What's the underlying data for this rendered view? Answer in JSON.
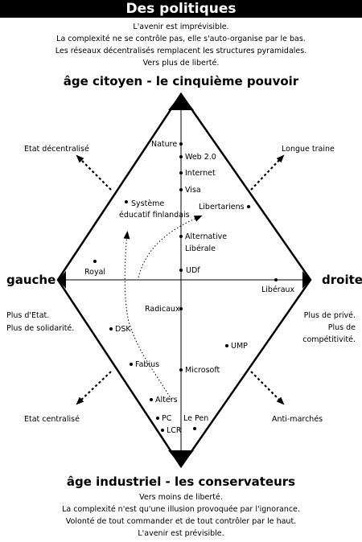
{
  "title": "Des politiques",
  "intro_lines": [
    "L'avenir est imprévisible.",
    "La complexité ne se contrôle pas, elle s'auto-organise par le bas.",
    "Les réseaux décentralisés remplacent les structures pyramidales.",
    "Vers plus de liberté."
  ],
  "top_heading": "âge citoyen - le cinquième pouvoir",
  "bottom_heading": "âge industriel - les conservateurs",
  "bottom_lines": [
    "Vers moins de liberté.",
    "La complexité n'est qu'une illusion provoquée par l'ignorance.",
    "Volonté de tout commander et de tout contrôler par le haut.",
    "L'avenir est prévisible."
  ],
  "left_label": "gauche",
  "right_label": "droite",
  "left_notes": [
    "Plus d'Etat.",
    "Plus de solidarité."
  ],
  "right_notes": [
    "Plus de privé.",
    "Plus de",
    "compétitivité."
  ],
  "corners": {
    "top_left": "Etat décentralisé",
    "top_right": "Longue traine",
    "bottom_left": "Etat centralisé",
    "bottom_right": "Anti-marchés"
  },
  "labels": {
    "nature": "Nature",
    "web": "Web 2.0",
    "internet": "Internet",
    "visa": "Visa",
    "libertariens": "Libertariens",
    "systeme1": "Système",
    "systeme2": "éducatif finlandais",
    "alternative1": "Alternative",
    "alternative2": "Libérale",
    "udf": "UDf",
    "royal": "Royal",
    "liberaux": "Libéraux",
    "radicaux": "Radicaux",
    "dsk": "DSK",
    "ump": "UMP",
    "fabius": "Fabius",
    "microsoft": "Microsoft",
    "alters": "Alters",
    "pc": "PC",
    "lepen": "Le Pen",
    "lcr": "LCR"
  }
}
